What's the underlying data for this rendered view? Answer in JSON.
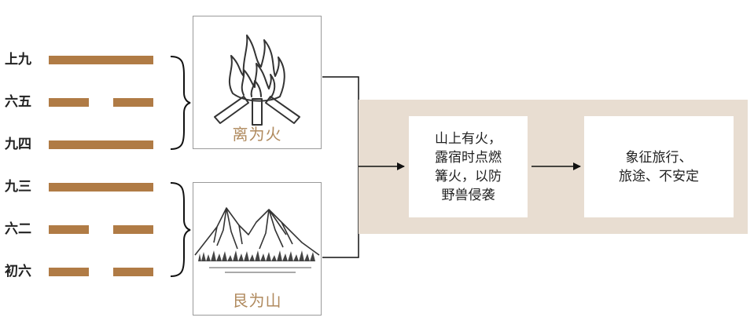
{
  "colors": {
    "bar": "#b07b45",
    "band": "#e8ddd1",
    "caption": "#b08a5e"
  },
  "lines": [
    {
      "label": "上九",
      "type": "yang"
    },
    {
      "label": "六五",
      "type": "yin"
    },
    {
      "label": "九四",
      "type": "yang"
    },
    {
      "label": "九三",
      "type": "yang"
    },
    {
      "label": "六二",
      "type": "yin"
    },
    {
      "label": "初六",
      "type": "yin"
    }
  ],
  "trigrams": {
    "upper": {
      "caption": "离为火",
      "icon": "fire-icon"
    },
    "lower": {
      "caption": "艮为山",
      "icon": "mountain-icon"
    }
  },
  "boxes": {
    "image": [
      "山上有火，",
      "露宿时点燃",
      "篝火，以防",
      "野兽侵袭"
    ],
    "meaning": [
      "象征旅行、",
      "旅途、不安定"
    ]
  }
}
